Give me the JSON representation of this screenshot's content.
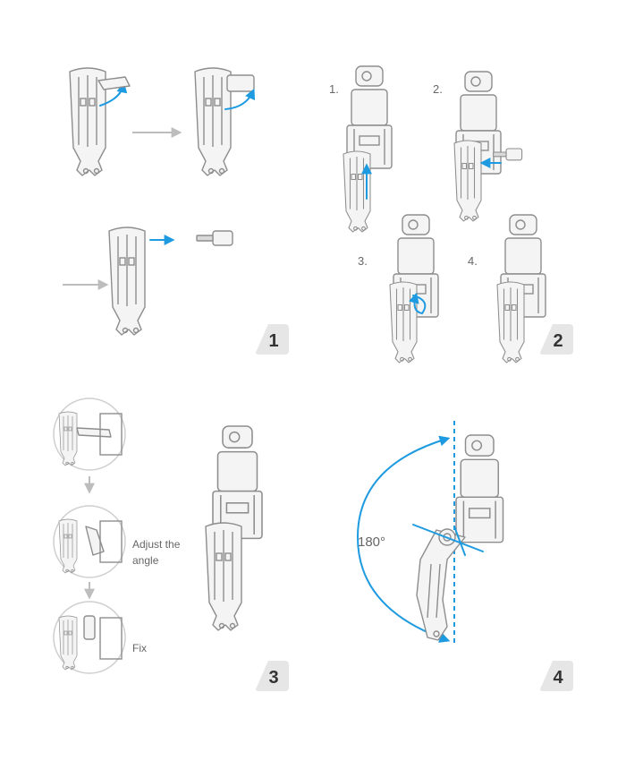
{
  "colors": {
    "accent": "#1e9be0",
    "outline": "#8d8d8d",
    "badge": "#e6e6e6"
  },
  "steps": [
    {
      "badge": "1"
    },
    {
      "badge": "2",
      "substeps": [
        "1.",
        "2.",
        "3.",
        "4."
      ]
    },
    {
      "badge": "3",
      "captions": {
        "adjust_line1": "Adjust the",
        "adjust_line2": "angle",
        "fix": "Fix"
      }
    },
    {
      "badge": "4",
      "rotation_label": "180°"
    }
  ]
}
